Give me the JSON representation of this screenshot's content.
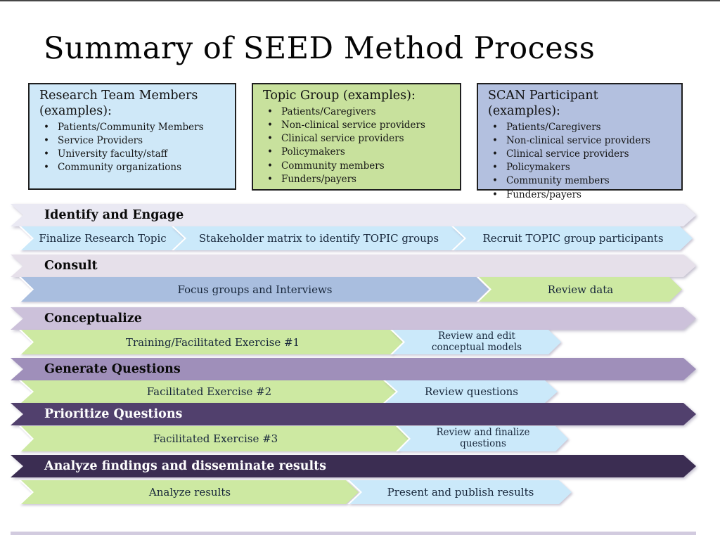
{
  "slide": {
    "title": "Summary of SEED Method Process"
  },
  "boxes": [
    {
      "title": "Research Team Members (examples):",
      "items": [
        "Patients/Community Members",
        "Service Providers",
        "University faculty/staff",
        "Community organizations"
      ],
      "color": "#cfe8f8"
    },
    {
      "title": "Topic Group (examples):",
      "items": [
        "Patients/Caregivers",
        "Non-clinical service providers",
        "Clinical service providers",
        "Policymakers",
        "Community members",
        "Funders/payers"
      ],
      "color": "#c8e19d"
    },
    {
      "title": "SCAN Participant (examples):",
      "items": [
        "Patients/Caregivers",
        "Non-clinical service providers",
        "Clinical service providers",
        "Policymakers",
        "Community members",
        "Funders/payers"
      ],
      "color": "#b3c0df"
    }
  ],
  "phases": [
    {
      "label": "Identify and Engage",
      "color": "#eae9f3",
      "steps": [
        {
          "label": "Finalize Research Topic",
          "color": "#cbe9fa"
        },
        {
          "label": "Stakeholder matrix to identify TOPIC groups",
          "color": "#cbe9fa"
        },
        {
          "label": "Recruit TOPIC group participants",
          "color": "#cbe9fa"
        }
      ]
    },
    {
      "label": "Consult",
      "color": "#e6e0ea",
      "steps": [
        {
          "label": "Focus groups and Interviews",
          "color": "#a9bedf"
        },
        {
          "label": "Review data",
          "color": "#cde9a2"
        }
      ]
    },
    {
      "label": "Conceptualize",
      "color": "#ccc1da",
      "steps": [
        {
          "label": "Training/Facilitated Exercise #1",
          "color": "#cde9a2"
        },
        {
          "label": "Review and edit conceptual models",
          "color": "#cbe9fa"
        }
      ]
    },
    {
      "label": "Generate Questions",
      "color": "#9f8fba",
      "steps": [
        {
          "label": "Facilitated Exercise #2",
          "color": "#cde9a2"
        },
        {
          "label": "Review questions",
          "color": "#cbe9fa"
        }
      ]
    },
    {
      "label": "Prioritize Questions",
      "color": "#51406d",
      "steps": [
        {
          "label": "Facilitated Exercise #3",
          "color": "#cde9a2"
        },
        {
          "label": "Review and finalize questions",
          "color": "#cbe9fa"
        }
      ]
    },
    {
      "label": "Analyze findings and disseminate results",
      "color": "#3b2d52",
      "steps": [
        {
          "label": "Analyze results",
          "color": "#cde9a2"
        },
        {
          "label": "Present and publish results",
          "color": "#cbe9fa"
        }
      ]
    }
  ],
  "palette": {
    "step_blue": "#cbe9fa",
    "step_periwinkle": "#a9bedf",
    "step_green": "#cde9a2",
    "band_text_dark": "#0a0a0a",
    "band_text_light": "#ffffff"
  }
}
